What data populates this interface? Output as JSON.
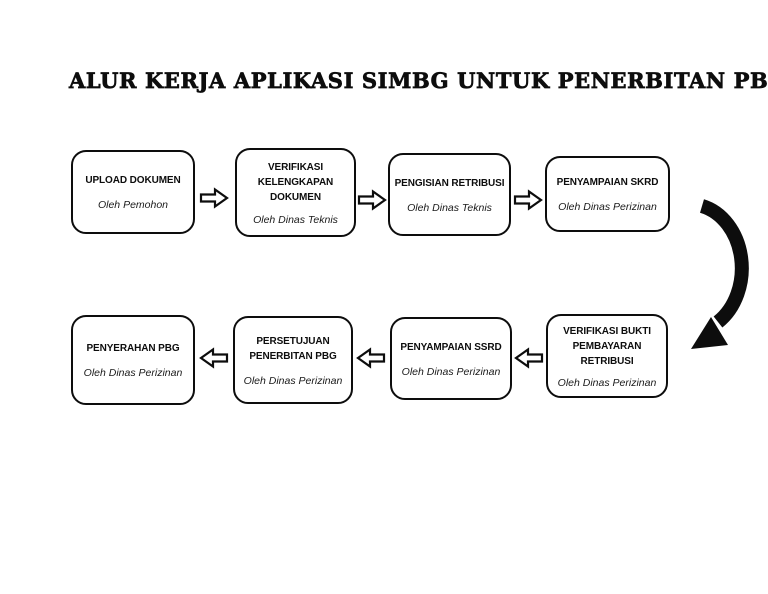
{
  "title": "ALUR KERJA APLIKASI SIMBG UNTUK PENERBITAN PBG",
  "flow": {
    "top_row": [
      {
        "step": 1,
        "title": "UPLOAD DOKUMEN",
        "subtitle": "Oleh Pemohon"
      },
      {
        "step": 2,
        "title": "VERIFIKASI KELENGKAPAN DOKUMEN",
        "subtitle": "Oleh Dinas Teknis"
      },
      {
        "step": 3,
        "title": "PENGISIAN RETRIBUSI",
        "subtitle": "Oleh Dinas Teknis"
      },
      {
        "step": 4,
        "title": "PENYAMPAIAN SKRD",
        "subtitle": "Oleh Dinas Perizinan"
      }
    ],
    "bottom_row": [
      {
        "step": 5,
        "title": "VERIFIKASI BUKTI PEMBAYARAN RETRIBUSI",
        "subtitle": "Oleh Dinas Perizinan"
      },
      {
        "step": 6,
        "title": "PENYAMPAIAN SSRD",
        "subtitle": "Oleh Dinas Perizinan"
      },
      {
        "step": 7,
        "title": "PERSETUJUAN PENERBITAN PBG",
        "subtitle": "Oleh Dinas Perizinan"
      },
      {
        "step": 8,
        "title": "PENYERAHAN PBG",
        "subtitle": "Oleh Dinas Perizinan"
      }
    ]
  },
  "icons": {
    "next_step": "block-arrow-right",
    "previous_direction": "block-arrow-left",
    "row_connector": "curved-arrow-down"
  },
  "colors": {
    "ink": "#0d0d0d",
    "background": "#ffffff"
  }
}
